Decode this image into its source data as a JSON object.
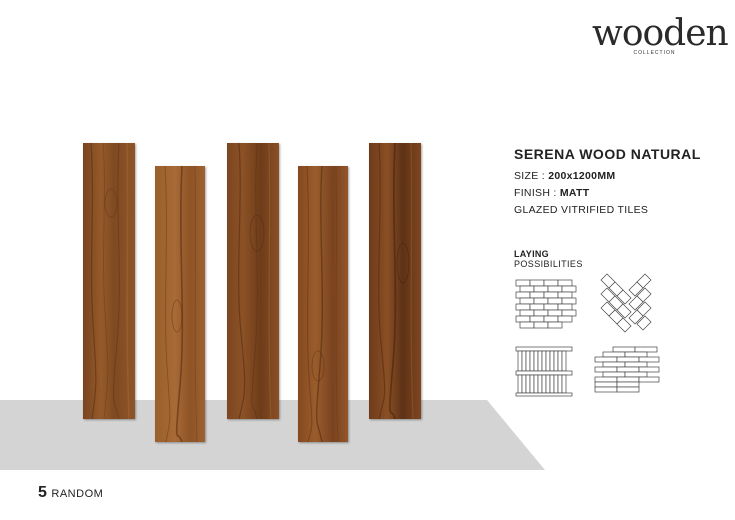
{
  "brand": {
    "name": "wooden",
    "subtitle": "COLLECTION"
  },
  "product": {
    "name": "SERENA WOOD NATURAL",
    "size_label": "SIZE : ",
    "size_value": "200x1200MM",
    "finish_label": "FINISH : ",
    "finish_value": "MATT",
    "type": "GLAZED VITRIFIED TILES"
  },
  "laying": {
    "title": "LAYING",
    "subtitle": "POSSIBILITIES",
    "patterns": [
      "brick-pattern-icon",
      "herringbone-pattern-icon",
      "stack-vertical-pattern-icon",
      "staggered-pattern-icon"
    ]
  },
  "faces": {
    "count": "5",
    "label": "RANDOM"
  },
  "colors": {
    "wood_base": "#8a4f24",
    "wood_dark": "#5a3014",
    "wood_light": "#a86a36",
    "floor": "#d4d4d4",
    "text": "#222222"
  }
}
